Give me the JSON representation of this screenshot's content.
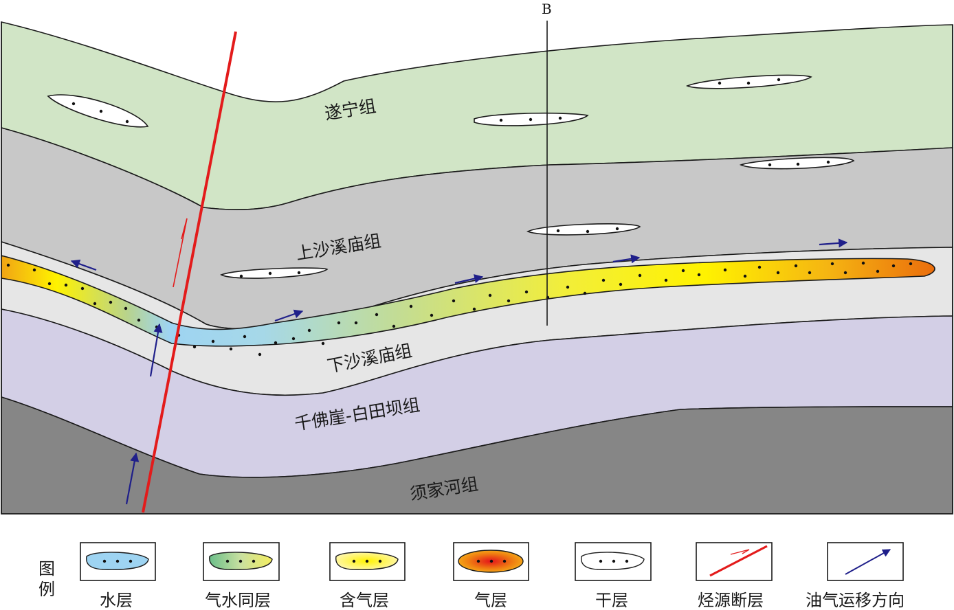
{
  "section": {
    "well_label": "B",
    "formations": {
      "suining": "遂宁组",
      "upper_shaximiao": "上沙溪庙组",
      "lower_shaximiao": "下沙溪庙组",
      "qianfoya_baitianba": "千佛崖-白田坝组",
      "xujiahe": "须家河组"
    }
  },
  "legend": {
    "title_chars": [
      "图",
      "例"
    ],
    "items": [
      {
        "key": "water",
        "label": "水层"
      },
      {
        "key": "gas_water",
        "label": "气水同层"
      },
      {
        "key": "gas_bearing",
        "label": "含气层"
      },
      {
        "key": "gas",
        "label": "气层"
      },
      {
        "key": "dry",
        "label": "干层"
      },
      {
        "key": "fault",
        "label": "烃源断层"
      },
      {
        "key": "migration",
        "label": "油气运移方向"
      }
    ]
  },
  "colors": {
    "suining": "#d1e5c6",
    "upper_shaximiao": "#c8c8c8",
    "lower_shaximiao": "#e6e6e6",
    "qianfoya": "#d3cfe6",
    "xujiahe": "#868686",
    "water": "#9ed4f2",
    "gas_water": "#b8d38c",
    "gas_bearing": "#fff200",
    "gas": "#ea5a0c",
    "fault": "#e31b1b",
    "arrow": "#1f1f8a"
  }
}
